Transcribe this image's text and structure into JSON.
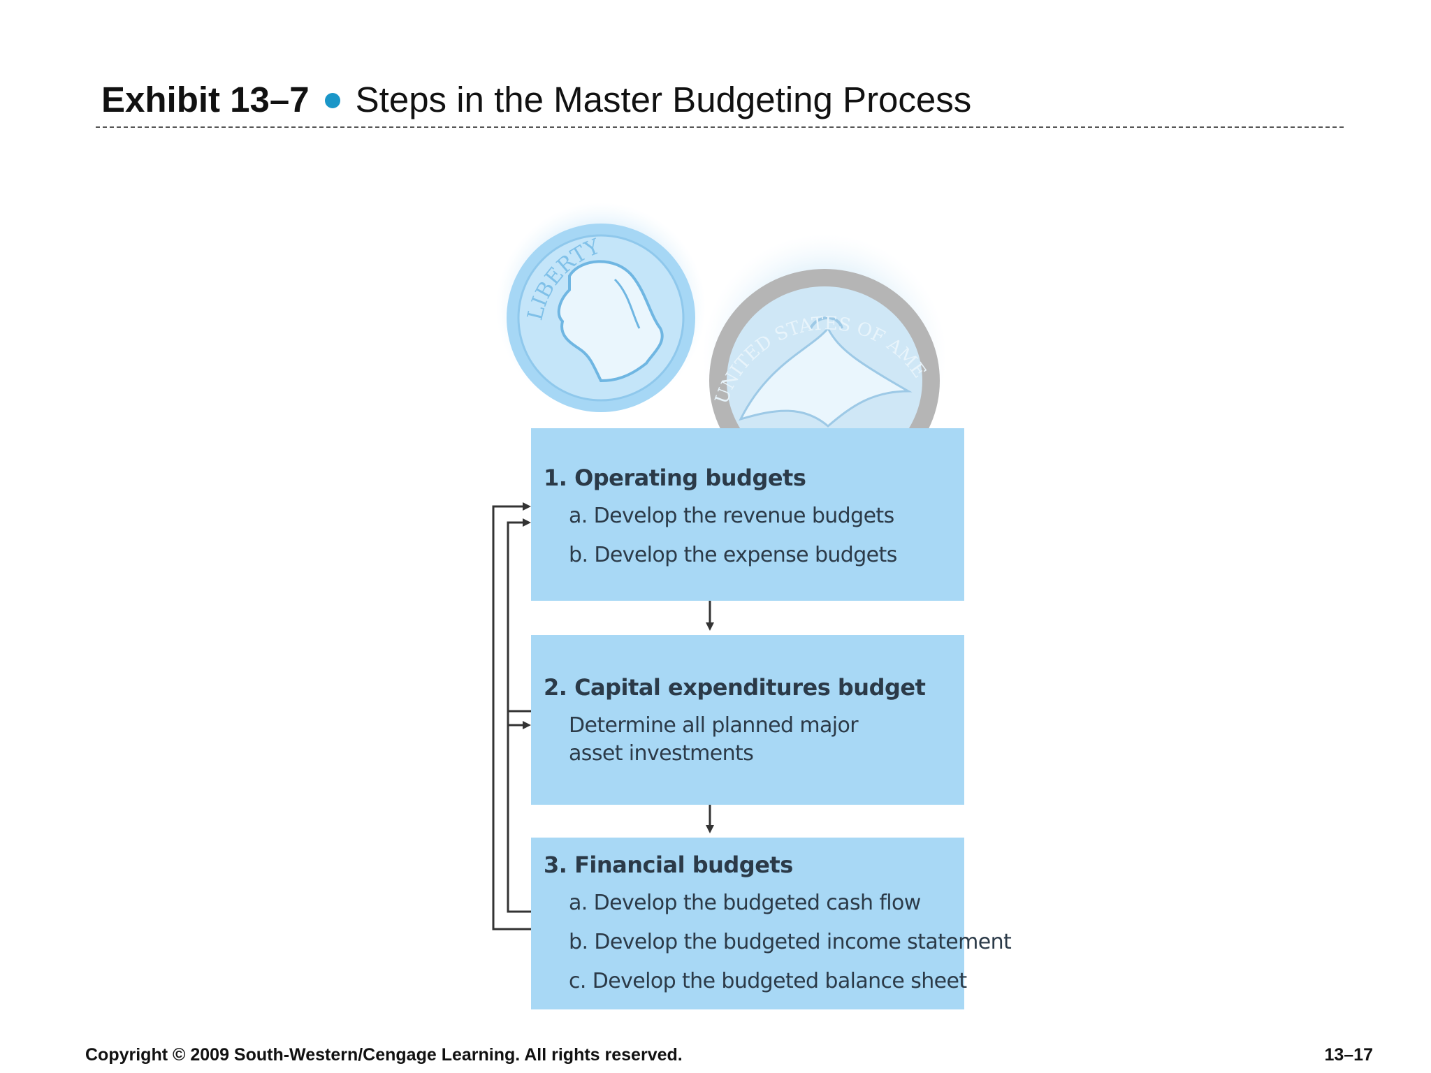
{
  "header": {
    "exhibit": "Exhibit 13–7",
    "title": "Steps in the Master Budgeting Process"
  },
  "diagram": {
    "coin_front_text": "LIBERTY",
    "coin_back_text": "UNITED STATES OF AMERICA",
    "steps": [
      {
        "title": "1. Operating budgets",
        "lines": [
          "a. Develop the revenue budgets",
          "b. Develop the expense budgets"
        ]
      },
      {
        "title": "2. Capital expenditures budget",
        "lines": [
          "Determine all planned major",
          "asset investments"
        ]
      },
      {
        "title": "3. Financial budgets",
        "lines": [
          "a. Develop the budgeted cash flow",
          "b. Develop the budgeted income statement",
          "c. Develop the budgeted balance sheet"
        ]
      }
    ]
  },
  "footer": {
    "copyright": "Copyright © 2009 South-Western/Cengage Learning. All rights reserved.",
    "page": "13–17"
  },
  "colors": {
    "bullet": "#1a96c8",
    "box_fill": "#a8d8f5",
    "coin_blue": "#9fd3f3",
    "coin_grey": "#b7b7b7",
    "connector": "#333333"
  }
}
